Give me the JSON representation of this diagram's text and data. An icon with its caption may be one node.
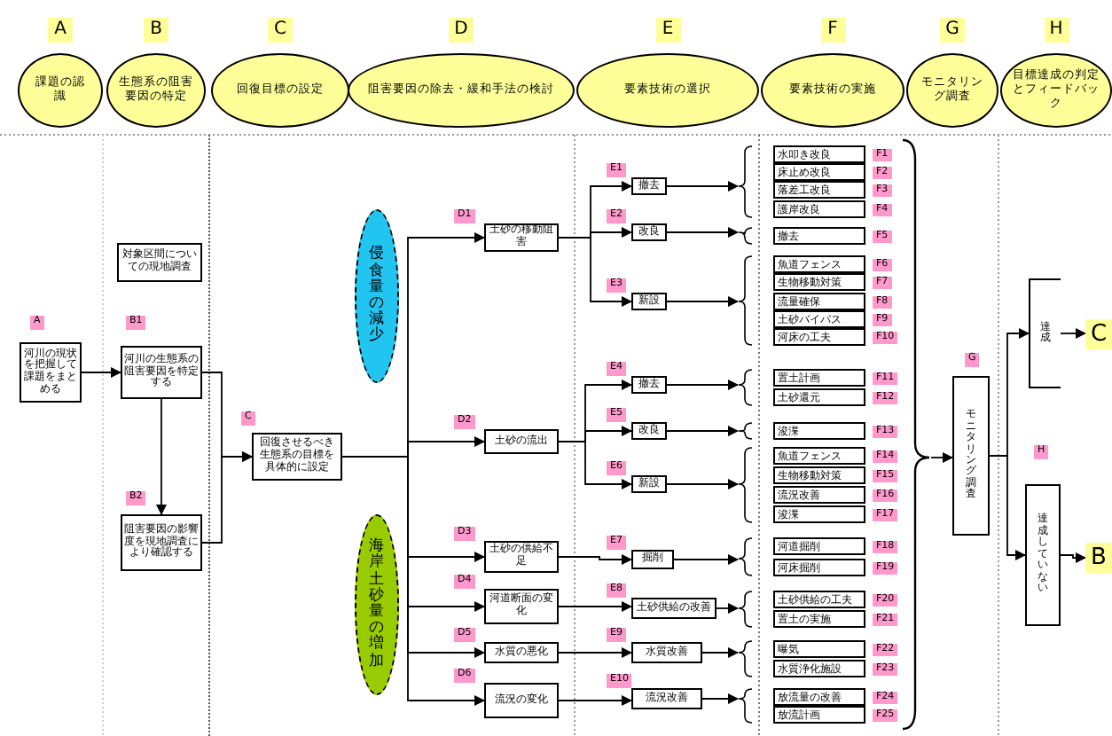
{
  "diagram": {
    "nodes": [
      {
        "text": [
          "A",
          "課題の認識"
        ]
      },
      {
        "text": [
          "B",
          "生態系の阻害要因の特定"
        ]
      },
      {
        "text": [
          "C",
          "回復目標の設定"
        ]
      },
      {
        "text": [
          "D",
          "阻害要因の除去・緩和手法の検討"
        ]
      },
      {
        "text": [
          "E",
          "要素技術の選択"
        ]
      },
      {
        "text": [
          "F",
          "要素技術の実施"
        ]
      },
      {
        "text": [
          "G",
          "モニタリング調査"
        ]
      },
      {
        "text": [
          "H",
          "目標達成の判定とフィードバック"
        ]
      },
      {
        "text": [
          "対象区間についての現地調査"
        ]
      },
      {
        "text": [
          "河川の現状を把握して課題をまとめる"
        ],
        "beside": [
          "A"
        ]
      },
      {
        "text": [
          "河川の生態系の阻害要因を特定する"
        ],
        "beside": [
          "B1"
        ]
      },
      {
        "text": [
          "阻害要因の影響度を現地調査により確認する"
        ],
        "beside": [
          "B2"
        ]
      },
      {
        "text": [
          "回復させるべき生態系の目標を具体的に設定"
        ],
        "beside": [
          "C"
        ]
      },
      {
        "text": [
          "侵食量の減少"
        ]
      },
      {
        "text": [
          "海岸土砂量の増加"
        ]
      },
      {
        "text": [
          "土砂の移動阻害"
        ],
        "beside": [
          "D1"
        ]
      },
      {
        "text": [
          "土砂の流出"
        ],
        "beside": [
          "D2"
        ]
      },
      {
        "text": [
          "土砂の供給不足"
        ],
        "beside": [
          "D3"
        ]
      },
      {
        "text": [
          "河道断面の変化"
        ],
        "beside": [
          "D4"
        ]
      },
      {
        "text": [
          "水質の悪化"
        ],
        "beside": [
          "D5"
        ]
      },
      {
        "text": [
          "流況の変化"
        ],
        "beside": [
          "D6"
        ]
      },
      {
        "text": [
          "撤去"
        ],
        "beside": [
          "E1"
        ]
      },
      {
        "text": [
          "改良"
        ],
        "beside": [
          "E2"
        ]
      },
      {
        "text": [
          "新設"
        ],
        "beside": [
          "E3"
        ]
      },
      {
        "text": [
          "撤去"
        ],
        "beside": [
          "E4"
        ]
      },
      {
        "text": [
          "改良"
        ],
        "beside": [
          "E5"
        ]
      },
      {
        "text": [
          "新設"
        ],
        "beside": [
          "E6"
        ]
      },
      {
        "text": [
          "掘削"
        ],
        "beside": [
          "E7"
        ]
      },
      {
        "text": [
          "土砂供給の改善"
        ],
        "beside": [
          "E8"
        ]
      },
      {
        "text": [
          "水質改善"
        ],
        "beside": [
          "E9"
        ]
      },
      {
        "text": [
          "流況改善"
        ],
        "beside": [
          "E10"
        ]
      },
      {
        "text": [
          "水叩き改良"
        ],
        "beside": [
          "F1"
        ]
      },
      {
        "text": [
          "床止め改良"
        ],
        "beside": [
          "F2"
        ]
      },
      {
        "text": [
          "落差工改良"
        ],
        "beside": [
          "F3"
        ]
      },
      {
        "text": [
          "護岸改良"
        ],
        "beside": [
          "F4"
        ]
      },
      {
        "text": [
          "撤去"
        ],
        "beside": [
          "F5"
        ]
      },
      {
        "text": [
          "魚道フェンス"
        ],
        "beside": [
          "F6"
        ]
      },
      {
        "text": [
          "生物移動対策"
        ],
        "beside": [
          "F7"
        ]
      },
      {
        "text": [
          "流量確保"
        ],
        "beside": [
          "F8"
        ]
      },
      {
        "text": [
          "土砂バイパス"
        ],
        "beside": [
          "F9"
        ]
      },
      {
        "text": [
          "河床の工夫"
        ],
        "beside": [
          "F10"
        ]
      },
      {
        "text": [
          "置土計画"
        ],
        "beside": [
          "F11"
        ]
      },
      {
        "text": [
          "土砂還元"
        ],
        "beside": [
          "F12"
        ]
      },
      {
        "text": [
          "浚渫"
        ],
        "beside": [
          "F13"
        ]
      },
      {
        "text": [
          "魚道フェンス"
        ],
        "beside": [
          "F14"
        ]
      },
      {
        "text": [
          "生物移動対策"
        ],
        "beside": [
          "F15"
        ]
      },
      {
        "text": [
          "流況改善"
        ],
        "beside": [
          "F16"
        ]
      },
      {
        "text": [
          "浚渫"
        ],
        "beside": [
          "F17"
        ]
      },
      {
        "text": [
          "河道掘削"
        ],
        "beside": [
          "F18"
        ]
      },
      {
        "text": [
          "河床掘削"
        ],
        "beside": [
          "F19"
        ]
      },
      {
        "text": [
          "土砂供給の工夫"
        ],
        "beside": [
          "F20"
        ]
      },
      {
        "text": [
          "置土の実施"
        ],
        "beside": [
          "F21"
        ]
      },
      {
        "text": [
          "曝気"
        ],
        "beside": [
          "F22"
        ]
      },
      {
        "text": [
          "水質浄化施設"
        ],
        "beside": [
          "F23"
        ]
      },
      {
        "text": [
          "放流量の改善"
        ],
        "beside": [
          "F24"
        ]
      },
      {
        "text": [
          "放流計画"
        ],
        "beside": [
          "F25"
        ]
      },
      {
        "text": [
          "モニタリング調査"
        ],
        "beside": [
          "G"
        ]
      },
      {
        "text": [
          "達成"
        ]
      },
      {
        "text": [
          "達成していない"
        ]
      },
      {
        "text": [
          "C"
        ]
      },
      {
        "text": [
          "B"
        ]
      },
      {
        "text": [],
        "shape": "brace"
      },
      {
        "text": [],
        "shape": "brace"
      },
      {
        "text": [],
        "shape": "brace"
      },
      {
        "text": [],
        "shape": "brace"
      },
      {
        "text": [],
        "shape": "brace"
      },
      {
        "text": [],
        "shape": "brace"
      },
      {
        "text": [],
        "shape": "brace"
      },
      {
        "text": [],
        "shape": "brace"
      },
      {
        "text": [],
        "shape": "brace"
      },
      {
        "text": [],
        "shape": "brace"
      },
      {
        "text": [],
        "shape": "brace"
      }
    ],
    "edges": [
      {
        "from": 9,
        "to": 10,
        "arrow": "to"
      },
      {
        "from": 10,
        "to": 11,
        "arrow": "to"
      },
      {
        "from": 10,
        "to": 12,
        "arrow": "to"
      },
      {
        "from": 11,
        "to": 12,
        "arrow": "to"
      },
      {
        "from": 12,
        "to": 15,
        "arrow": "to"
      },
      {
        "from": 12,
        "to": 16,
        "arrow": "to"
      },
      {
        "from": 12,
        "to": 17,
        "arrow": "to"
      },
      {
        "from": 12,
        "to": 18,
        "arrow": "to"
      },
      {
        "from": 12,
        "to": 19,
        "arrow": "to"
      },
      {
        "from": 12,
        "to": 20,
        "arrow": "to"
      },
      {
        "from": 15,
        "to": 21,
        "arrow": "to"
      },
      {
        "from": 15,
        "to": 22,
        "arrow": "to"
      },
      {
        "from": 15,
        "to": 23,
        "arrow": "to"
      },
      {
        "from": 16,
        "to": 24,
        "arrow": "to"
      },
      {
        "from": 16,
        "to": 25,
        "arrow": "to"
      },
      {
        "from": 16,
        "to": 26,
        "arrow": "to"
      },
      {
        "from": 17,
        "to": 27,
        "arrow": "to"
      },
      {
        "from": 18,
        "to": 28,
        "arrow": "to"
      },
      {
        "from": 19,
        "to": 29,
        "arrow": "to"
      },
      {
        "from": 20,
        "to": 30,
        "arrow": "to"
      },
      {
        "from": 21,
        "to": 61,
        "arrow": "to"
      },
      {
        "from": 22,
        "to": 62,
        "arrow": "to"
      },
      {
        "from": 23,
        "to": 63,
        "arrow": "to"
      },
      {
        "from": 24,
        "to": 64,
        "arrow": "to"
      },
      {
        "from": 25,
        "to": 65,
        "arrow": "to"
      },
      {
        "from": 26,
        "to": 66,
        "arrow": "to"
      },
      {
        "from": 27,
        "to": 67,
        "arrow": "to"
      },
      {
        "from": 28,
        "to": 68,
        "arrow": "to"
      },
      {
        "from": 29,
        "to": 69,
        "arrow": "to"
      },
      {
        "from": 30,
        "to": 70,
        "arrow": "to"
      },
      {
        "from": 71,
        "to": 56,
        "arrow": "to"
      },
      {
        "from": 56,
        "to": 57,
        "arrow": "to"
      },
      {
        "from": 56,
        "to": 58,
        "arrow": "to"
      },
      {
        "from": 57,
        "to": 59,
        "arrow": "to"
      },
      {
        "from": 58,
        "to": 60,
        "arrow": "to"
      }
    ],
    "labels": [
      "H"
    ]
  }
}
